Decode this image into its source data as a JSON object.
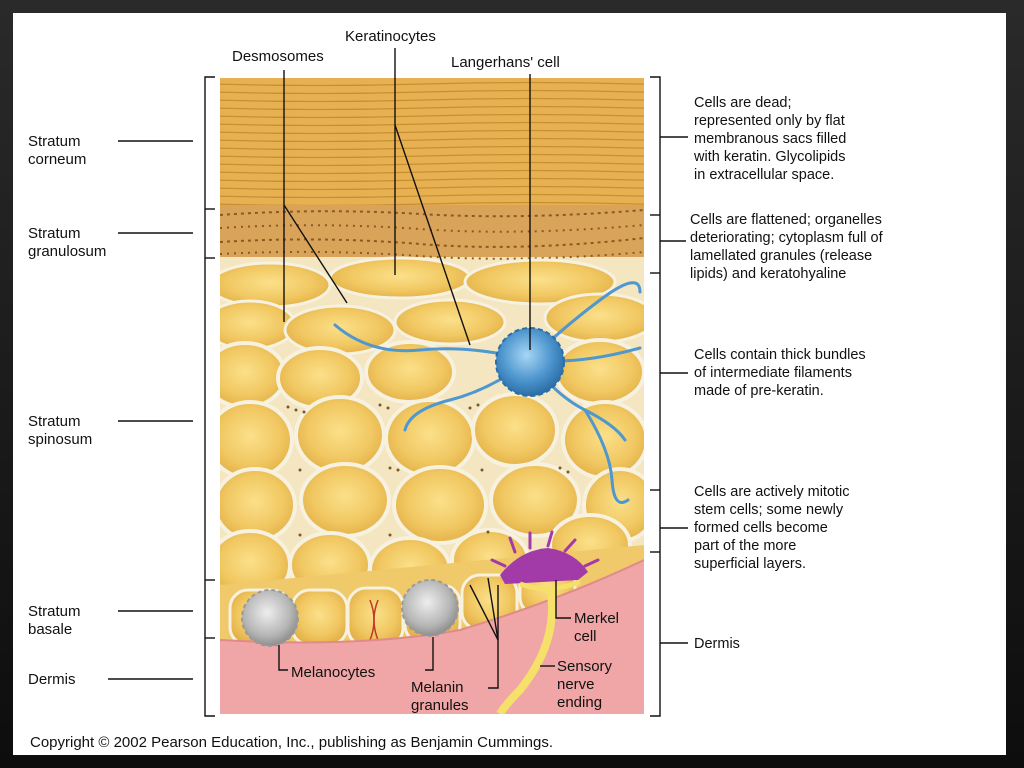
{
  "top_labels": {
    "keratinocytes": "Keratinocytes",
    "desmosomes": "Desmosomes",
    "langerhans": "Langerhans' cell"
  },
  "layers": {
    "corneum": [
      "Stratum",
      "corneum"
    ],
    "granulosum": [
      "Stratum",
      "granulosum"
    ],
    "spinosum": [
      "Stratum",
      "spinosum"
    ],
    "basale": [
      "Stratum",
      "basale"
    ],
    "dermis": "Dermis"
  },
  "descriptions": {
    "corneum": [
      "Cells are dead;",
      "represented only by flat",
      "membranous sacs filled",
      "with keratin. Glycolipids",
      "in extracellular space."
    ],
    "granulosum": [
      "Cells are flattened; organelles",
      "deteriorating; cytoplasm full of",
      "lamellated granules (release",
      "lipids) and keratohyaline"
    ],
    "spinosum": [
      "Cells contain thick bundles",
      "of intermediate filaments",
      "made of pre-keratin."
    ],
    "basale": [
      "Cells are actively mitotic",
      "stem cells; some newly",
      "formed cells become",
      "part of the more",
      "superficial layers."
    ],
    "dermis": "Dermis"
  },
  "callouts": {
    "merkel": [
      "Merkel",
      "cell"
    ],
    "melanocytes": "Melanocytes",
    "melanin": [
      "Melanin",
      "granules"
    ],
    "sensory": [
      "Sensory",
      "nerve",
      "ending"
    ]
  },
  "copyright": "Copyright © 2002 Pearson Education, Inc., publishing as Benjamin Cummings.",
  "colors": {
    "corneum": "#e2ad4e",
    "granulosum": "#d9a35a",
    "cell_fill": "#f3cf6e",
    "cell_border": "#f7f1e0",
    "dermis": "#f0a6a6",
    "langerhans": "#4f97cf",
    "merkel": "#a23aa8",
    "melanocyte": "#b8b8b8"
  }
}
